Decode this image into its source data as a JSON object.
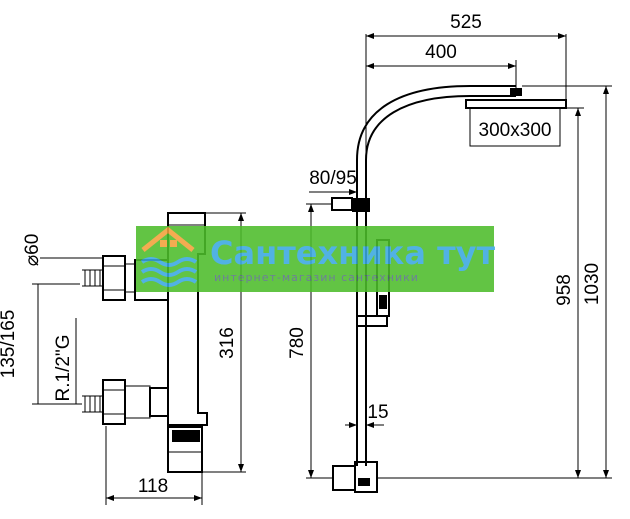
{
  "dimensions": {
    "arm_reach": "525",
    "arm_length": "400",
    "head_size": "300x300",
    "bracket_spacing": "80/95",
    "connect_diameter": "⌀60",
    "center_distance": "135/165",
    "thread": "R.1/2\"G",
    "body_height": "316",
    "outlet_height": "780",
    "rail_to_head": "958",
    "total_height": "1030",
    "rail_diameter": "15",
    "mixer_depth": "118"
  },
  "watermark": {
    "title": "Сантехника тут",
    "subtitle": "интернет-магазин сантехники",
    "accent_color": "#4dbd2b",
    "text_color": "#3aa8e0"
  }
}
